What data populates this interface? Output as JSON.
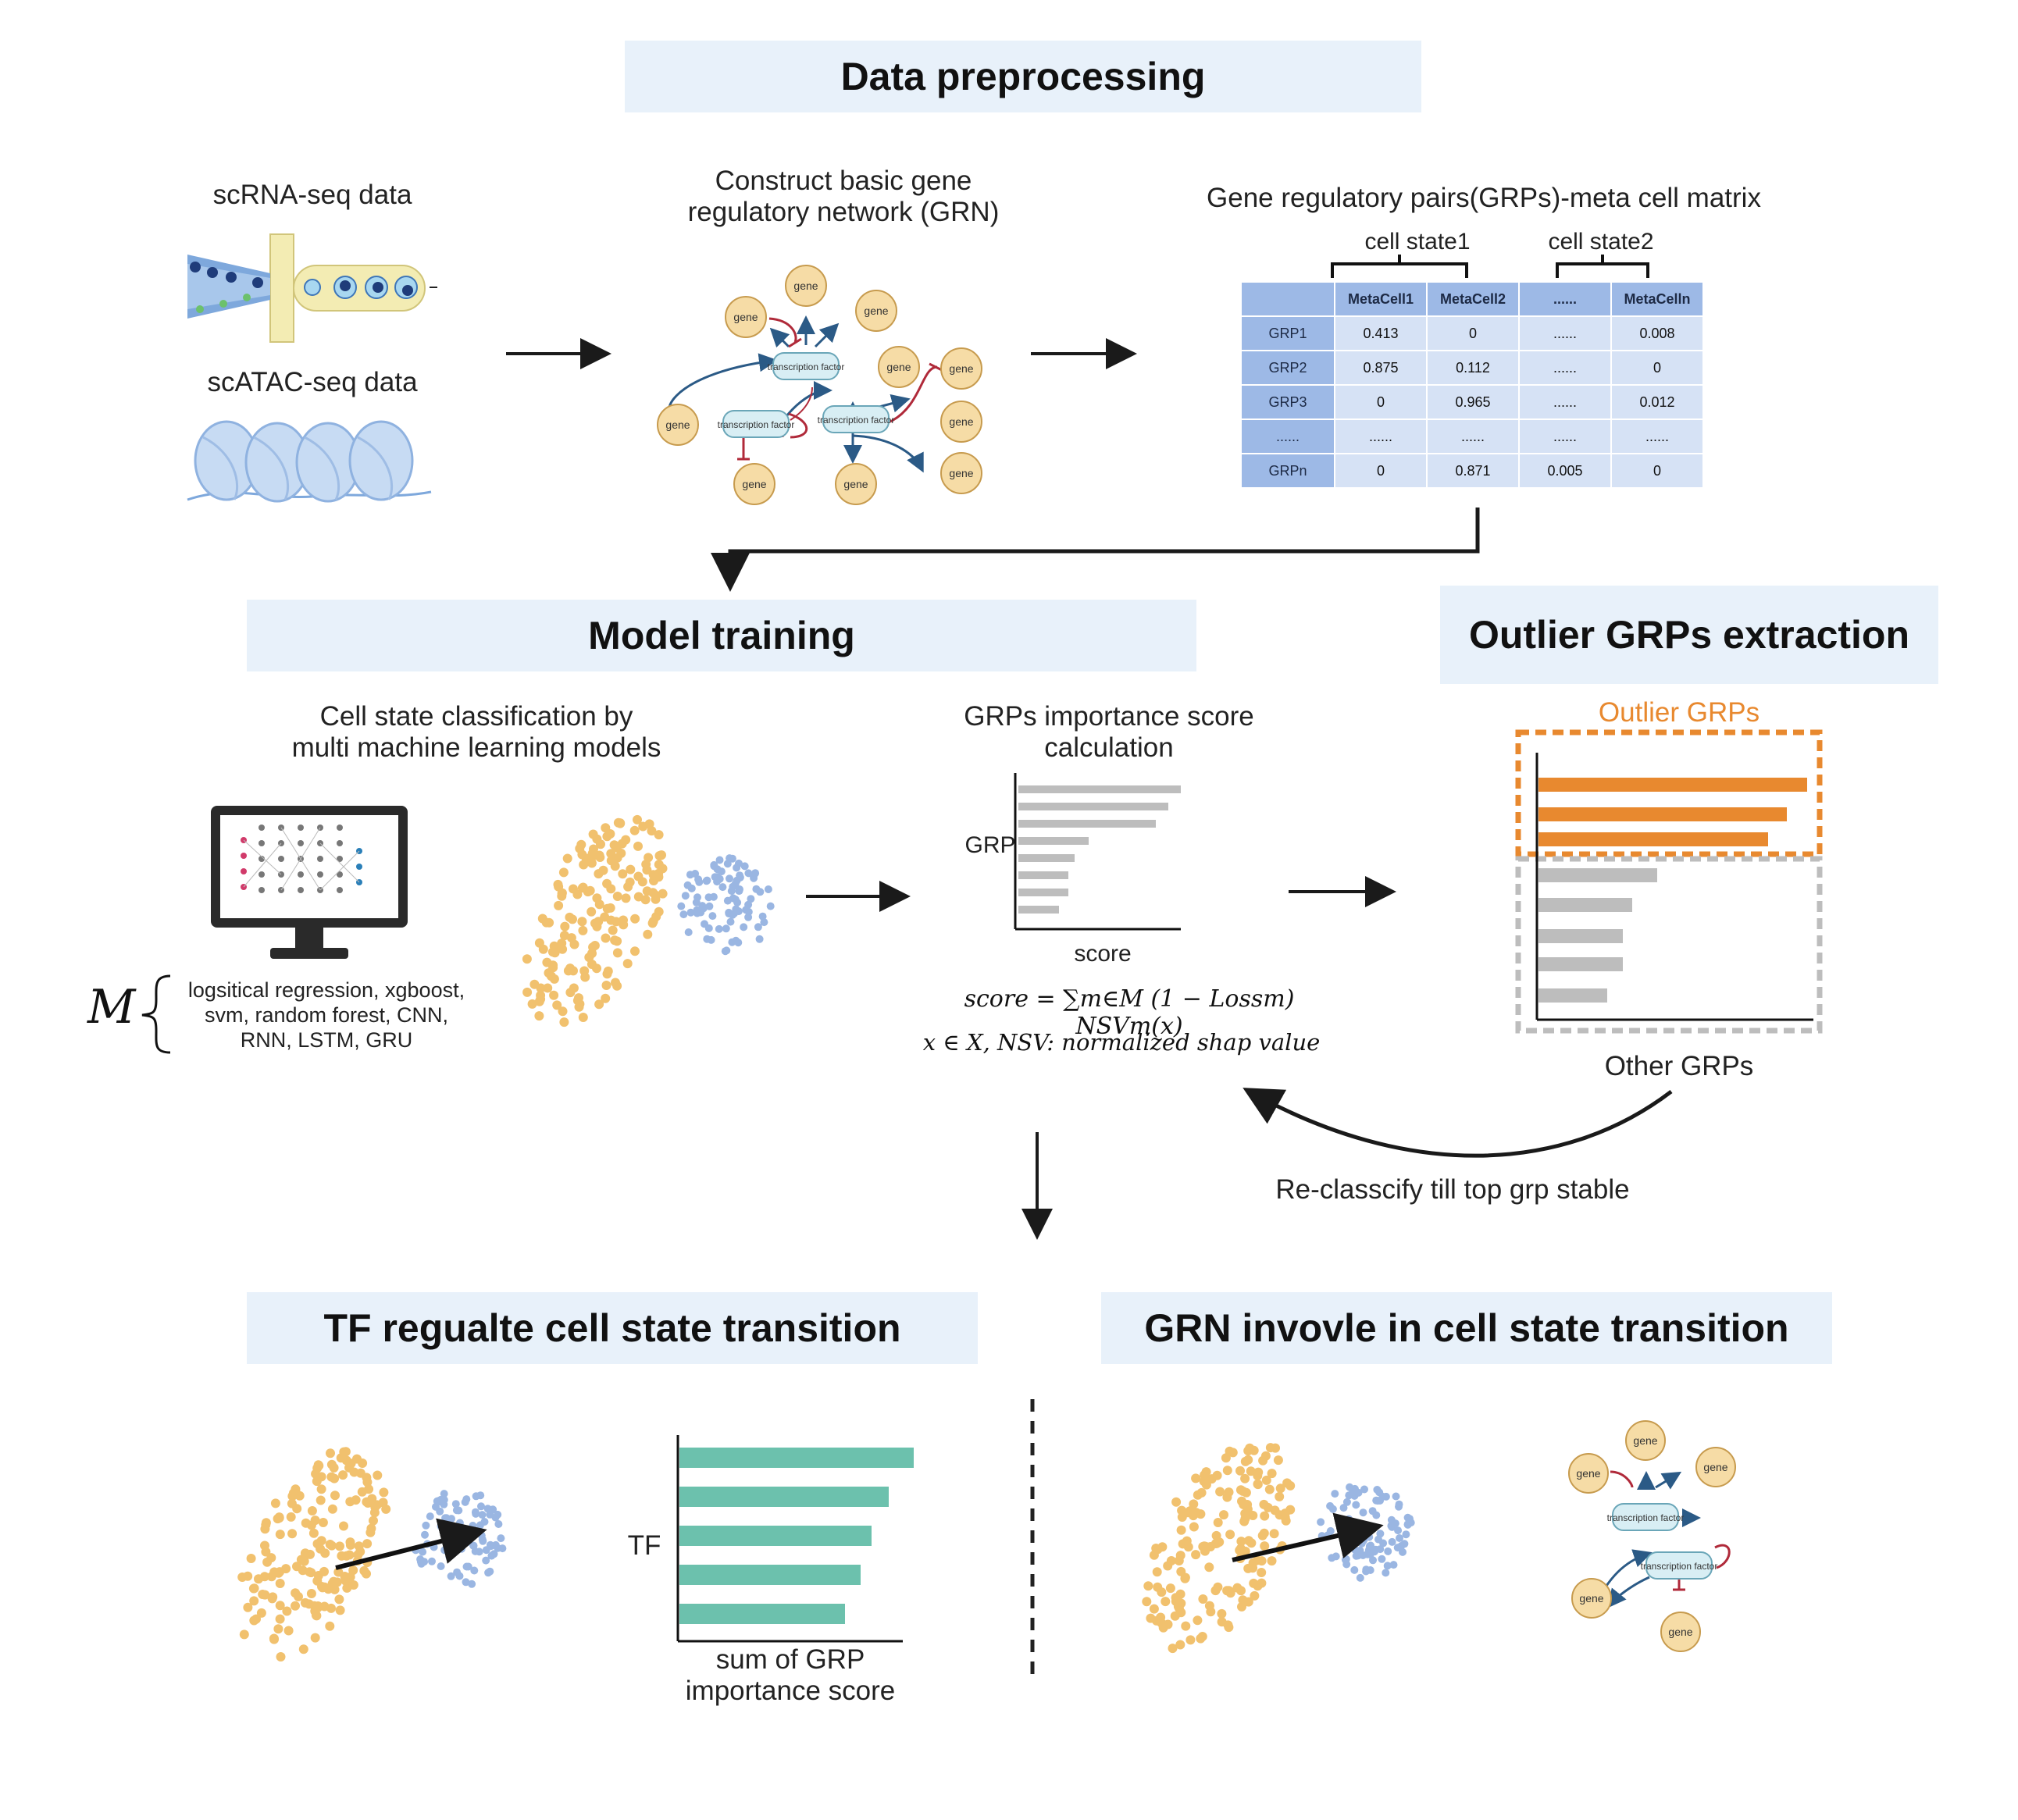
{
  "sections": {
    "preprocessing": "Data preprocessing",
    "training": "Model training",
    "outlier": "Outlier GRPs extraction",
    "tf": "TF regualte cell state transition",
    "grn": "GRN invovle in cell state transition"
  },
  "inputs": {
    "rna": "scRNA-seq data",
    "atac": "scATAC-seq data"
  },
  "grn_step": {
    "line1": "Construct basic gene",
    "line2": "regulatory network (GRN)"
  },
  "network_labels": {
    "gene": "gene",
    "tf": "transcription factor"
  },
  "matrix": {
    "title": "Gene regulatory pairs(GRPs)-meta cell matrix",
    "state1": "cell state1",
    "state2": "cell state2",
    "headers": [
      "MetaCell1",
      "MetaCell2",
      "......",
      "MetaCelln"
    ],
    "rows": [
      {
        "name": "GRP1",
        "values": [
          "0.413",
          "0",
          "......",
          "0.008"
        ]
      },
      {
        "name": "GRP2",
        "values": [
          "0.875",
          "0.112",
          "......",
          "0"
        ]
      },
      {
        "name": "GRP3",
        "values": [
          "0",
          "0.965",
          "......",
          "0.012"
        ]
      },
      {
        "name": "......",
        "values": [
          "......",
          "......",
          "......",
          "......"
        ]
      },
      {
        "name": "GRPn",
        "values": [
          "0",
          "0.871",
          "0.005",
          "0"
        ]
      }
    ]
  },
  "classification": {
    "line1": "Cell state classification by",
    "line2": "multi machine learning models",
    "model_symbol": "M",
    "models_line1": "logsitical regression, xgboost,",
    "models_line2": "svm, random forest, CNN,",
    "models_line3": "RNN, LSTM, GRU"
  },
  "importance": {
    "line1": "GRPs importance score",
    "line2": "calculation",
    "ylabel": "GRP",
    "xlabel": "score",
    "formula_line1": "score = ∑m∈M (1 − Lossm) NSVm(x)",
    "formula_line2": "x ∈ X, NSV: normalized shap value"
  },
  "outlier_chart": {
    "outlier_label": "Outlier GRPs",
    "other_label": "Other GRPs",
    "loop_label": "Re-classcify till top grp stable"
  },
  "tf_chart": {
    "ylabel": "TF",
    "xlabel_line1": "sum of GRP",
    "xlabel_line2": "importance score"
  },
  "colors": {
    "banner": "#e8f1fa",
    "orange": "#e8892f",
    "gray_bar": "#bdbdbd",
    "teal": "#6cc1ad",
    "cell_orange": "#f1c16e",
    "cell_blue": "#9ab6e2",
    "gene_fill": "#f6dca6",
    "tf_fill": "#d8eef4",
    "table_header": "#9db9e6",
    "table_cell": "#d6e2f5"
  }
}
